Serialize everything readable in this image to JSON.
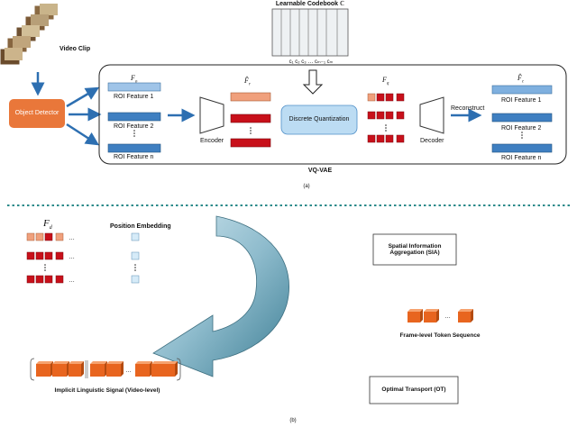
{
  "top": {
    "video_clip": "Video Clip",
    "codebook_title": "Learnable Codebook ℂ",
    "codebook_labels": "c₁  c₂  c₃  …  cₘ₋₁  cₘ",
    "object_detector": "Object Detector",
    "fo": "F",
    "fo_sub": "o",
    "fr": "F̂",
    "fr_sub": "r",
    "fq": "F",
    "fq_sub": "q",
    "fc": "F̂",
    "fc_sub": "c",
    "roi_feature_1": "ROI Feature 1",
    "roi_feature_2": "ROI Feature 2",
    "roi_feature_n": "ROI Feature n",
    "encoder": "Encoder",
    "discrete_quantization": "Discrete Quantization",
    "decoder": "Decoder",
    "reconstruct": "Reconstruct",
    "recon_feature_1": "ROI Feature 1",
    "recon_feature_2": "ROI Feature 2",
    "recon_feature_n": "ROI Feature n",
    "vqvae": "VQ-VAE",
    "caption": "(a)"
  },
  "bottom": {
    "fd": "F",
    "fd_sub": "d",
    "position_embedding": "Position Embedding",
    "sia": "Spatial Information Aggregation (SIA)",
    "frame_tokens": "Frame-level Token Sequence",
    "implicit_signal": "Implicit Linguistic Signal (Video-level)",
    "ot": "Optimal Transport (OT)",
    "caption": "(b)",
    "dots": "…"
  },
  "colors": {
    "detector": "#e9773a",
    "blue_bar": "#3f7fc1",
    "blue_bar_light": "#7fb0df",
    "red_token": "#c8101a",
    "salmon_token": "#f0a07c",
    "quant_box": "#bcdcf3",
    "orange_token": "#e8651f",
    "light_blue_token": "#d6ebf8",
    "arrow_gradient_start": "#a7cdd9",
    "arrow_gradient_end": "#4e8ea3",
    "divider": "#2b8a8a"
  }
}
